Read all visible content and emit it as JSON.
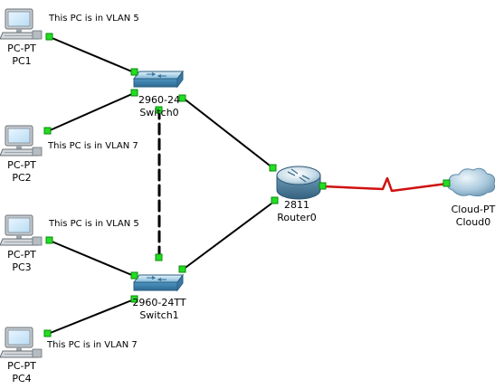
{
  "colors": {
    "link": "#000000",
    "serial_link": "#d01010",
    "port_up": "#22dd22",
    "port_stroke": "#0a8a0a"
  },
  "devices": {
    "pc1": {
      "model": "PC-PT",
      "name": "PC1",
      "note": "This PC is in VLAN 5",
      "icon": "pc-icon"
    },
    "pc2": {
      "model": "PC-PT",
      "name": "PC2",
      "note": "This PC is in VLAN 7",
      "icon": "pc-icon"
    },
    "pc3": {
      "model": "PC-PT",
      "name": "PC3",
      "note": "This PC is in VLAN 5",
      "icon": "pc-icon"
    },
    "pc4": {
      "model": "PC-PT",
      "name": "PC4",
      "note": "This PC is in VLAN 7",
      "icon": "pc-icon"
    },
    "switch0": {
      "model": "2960-24",
      "name": "Switch0",
      "icon": "switch-icon"
    },
    "switch1": {
      "model": "2960-24TT",
      "name": "Switch1",
      "icon": "switch-icon"
    },
    "router0": {
      "model": "2811",
      "name": "Router0",
      "icon": "router-icon"
    },
    "cloud0": {
      "model": "Cloud-PT",
      "name": "Cloud0",
      "icon": "cloud-icon"
    }
  }
}
